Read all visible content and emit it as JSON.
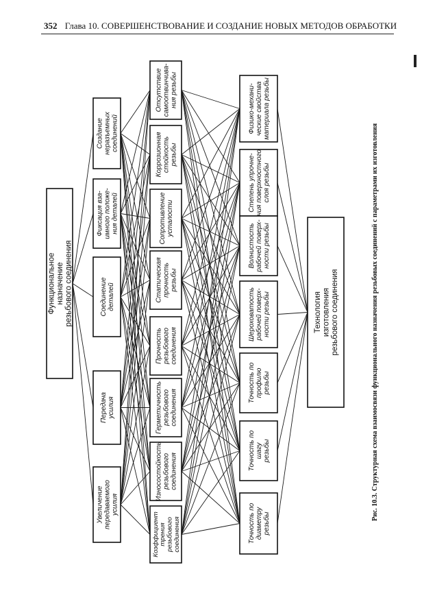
{
  "header": {
    "page_number": "352",
    "chapter": "Глава 10. СОВЕРШЕНСТВОВАНИЕ И СОЗДАНИЕ НОВЫХ МЕТОДОВ ОБРАБОТКИ"
  },
  "caption": "Рис. 10.3. Структурная схема взаимосвязи функционального назначения резьбовых соединений с параметрами их изготовления",
  "columns": {
    "purpose_main": {
      "id": "P0",
      "lines": [
        "Функциональное",
        "назначение",
        "резьбового соединения"
      ]
    },
    "purposes": [
      {
        "id": "P1",
        "lines": [
          "Создание",
          "неразъемных",
          "соединений"
        ]
      },
      {
        "id": "P2",
        "lines": [
          "Фиксация вза-",
          "имного положе-",
          "ния деталей"
        ]
      },
      {
        "id": "P3",
        "lines": [
          "Соединение",
          "деталей"
        ]
      },
      {
        "id": "P4",
        "lines": [
          "Передача",
          "усилия"
        ]
      },
      {
        "id": "P5",
        "lines": [
          "Увеличение",
          "передаваемого",
          "усилия"
        ]
      }
    ],
    "properties": [
      {
        "id": "C1",
        "lines": [
          "Отсутствие",
          "самоотвинчива-",
          "ния резьбы"
        ]
      },
      {
        "id": "C2",
        "lines": [
          "Коррозионная",
          "стойкость",
          "резьбы"
        ]
      },
      {
        "id": "C3",
        "lines": [
          "Сопротивление",
          "усталости"
        ]
      },
      {
        "id": "C4",
        "lines": [
          "Статическая",
          "прочность",
          "резьбы"
        ]
      },
      {
        "id": "C5",
        "lines": [
          "Прочность",
          "резьбового",
          "соединения"
        ]
      },
      {
        "id": "C6",
        "lines": [
          "Герметичность",
          "резьбового",
          "соединения"
        ]
      },
      {
        "id": "C7",
        "lines": [
          "Износостойкость",
          "резьбового",
          "соединения"
        ]
      },
      {
        "id": "C8",
        "lines": [
          "Коэффициент",
          "трения",
          "резьбового",
          "соединения"
        ]
      }
    ],
    "parameters": [
      {
        "id": "Q1",
        "lines": [
          "Физико-механи-",
          "ческие свойства",
          "материала резьбы"
        ]
      },
      {
        "id": "Q2",
        "lines": [
          "Степень упрочне-",
          "ния поверхностного",
          "слоя резьбы"
        ]
      },
      {
        "id": "Q3",
        "lines": [
          "Волнистость",
          "рабочей поверх-",
          "ности резьбы"
        ]
      },
      {
        "id": "Q4",
        "lines": [
          "Шероховатость",
          "рабочей поверх-",
          "ности резьбы"
        ]
      },
      {
        "id": "Q5",
        "lines": [
          "Точность по",
          "профилю",
          "резьбы"
        ]
      },
      {
        "id": "Q6",
        "lines": [
          "Точность по",
          "шагу",
          "резьбы"
        ]
      },
      {
        "id": "Q7",
        "lines": [
          "Точность по",
          "диаметру",
          "резьбы"
        ]
      }
    ],
    "technology": {
      "id": "T0",
      "lines": [
        "Технология",
        "изготовления",
        "резьбового соединения"
      ]
    }
  },
  "links": [
    [
      "P0",
      "P1"
    ],
    [
      "P0",
      "P2"
    ],
    [
      "P0",
      "P3"
    ],
    [
      "P0",
      "P4"
    ],
    [
      "P0",
      "P5"
    ],
    [
      "P1",
      "C1"
    ],
    [
      "P1",
      "C2"
    ],
    [
      "P1",
      "C3"
    ],
    [
      "P1",
      "C4"
    ],
    [
      "P1",
      "C5"
    ],
    [
      "P1",
      "C6"
    ],
    [
      "P1",
      "C7"
    ],
    [
      "P1",
      "C8"
    ],
    [
      "P2",
      "C1"
    ],
    [
      "P2",
      "C2"
    ],
    [
      "P2",
      "C3"
    ],
    [
      "P2",
      "C4"
    ],
    [
      "P2",
      "C5"
    ],
    [
      "P2",
      "C6"
    ],
    [
      "P2",
      "C7"
    ],
    [
      "P2",
      "C8"
    ],
    [
      "P3",
      "C1"
    ],
    [
      "P3",
      "C2"
    ],
    [
      "P3",
      "C3"
    ],
    [
      "P3",
      "C4"
    ],
    [
      "P3",
      "C5"
    ],
    [
      "P3",
      "C6"
    ],
    [
      "P3",
      "C7"
    ],
    [
      "P3",
      "C8"
    ],
    [
      "P4",
      "C1"
    ],
    [
      "P4",
      "C2"
    ],
    [
      "P4",
      "C3"
    ],
    [
      "P4",
      "C4"
    ],
    [
      "P4",
      "C5"
    ],
    [
      "P4",
      "C6"
    ],
    [
      "P4",
      "C7"
    ],
    [
      "P4",
      "C8"
    ],
    [
      "P5",
      "C1"
    ],
    [
      "P5",
      "C2"
    ],
    [
      "P5",
      "C3"
    ],
    [
      "P5",
      "C4"
    ],
    [
      "P5",
      "C5"
    ],
    [
      "P5",
      "C6"
    ],
    [
      "P5",
      "C7"
    ],
    [
      "P5",
      "C8"
    ],
    [
      "C1",
      "Q1"
    ],
    [
      "C1",
      "Q2"
    ],
    [
      "C1",
      "Q3"
    ],
    [
      "C1",
      "Q4"
    ],
    [
      "C1",
      "Q5"
    ],
    [
      "C1",
      "Q6"
    ],
    [
      "C1",
      "Q7"
    ],
    [
      "C2",
      "Q1"
    ],
    [
      "C2",
      "Q2"
    ],
    [
      "C2",
      "Q3"
    ],
    [
      "C2",
      "Q4"
    ],
    [
      "C2",
      "Q5"
    ],
    [
      "C2",
      "Q6"
    ],
    [
      "C2",
      "Q7"
    ],
    [
      "C3",
      "Q1"
    ],
    [
      "C3",
      "Q2"
    ],
    [
      "C3",
      "Q3"
    ],
    [
      "C3",
      "Q4"
    ],
    [
      "C3",
      "Q5"
    ],
    [
      "C3",
      "Q6"
    ],
    [
      "C3",
      "Q7"
    ],
    [
      "C4",
      "Q1"
    ],
    [
      "C4",
      "Q2"
    ],
    [
      "C4",
      "Q3"
    ],
    [
      "C4",
      "Q4"
    ],
    [
      "C4",
      "Q5"
    ],
    [
      "C4",
      "Q6"
    ],
    [
      "C4",
      "Q7"
    ],
    [
      "C5",
      "Q1"
    ],
    [
      "C5",
      "Q2"
    ],
    [
      "C5",
      "Q3"
    ],
    [
      "C5",
      "Q4"
    ],
    [
      "C5",
      "Q5"
    ],
    [
      "C5",
      "Q6"
    ],
    [
      "C5",
      "Q7"
    ],
    [
      "C6",
      "Q1"
    ],
    [
      "C6",
      "Q2"
    ],
    [
      "C6",
      "Q3"
    ],
    [
      "C6",
      "Q4"
    ],
    [
      "C6",
      "Q5"
    ],
    [
      "C6",
      "Q6"
    ],
    [
      "C6",
      "Q7"
    ],
    [
      "C7",
      "Q1"
    ],
    [
      "C7",
      "Q2"
    ],
    [
      "C7",
      "Q3"
    ],
    [
      "C7",
      "Q4"
    ],
    [
      "C7",
      "Q5"
    ],
    [
      "C7",
      "Q6"
    ],
    [
      "C7",
      "Q7"
    ],
    [
      "C8",
      "Q1"
    ],
    [
      "C8",
      "Q2"
    ],
    [
      "C8",
      "Q3"
    ],
    [
      "C8",
      "Q4"
    ],
    [
      "C8",
      "Q5"
    ],
    [
      "C8",
      "Q6"
    ],
    [
      "C8",
      "Q7"
    ],
    [
      "Q1",
      "T0"
    ],
    [
      "Q2",
      "T0"
    ],
    [
      "Q3",
      "T0"
    ],
    [
      "Q4",
      "T0"
    ],
    [
      "Q5",
      "T0"
    ],
    [
      "Q6",
      "T0"
    ],
    [
      "Q7",
      "T0"
    ]
  ]
}
